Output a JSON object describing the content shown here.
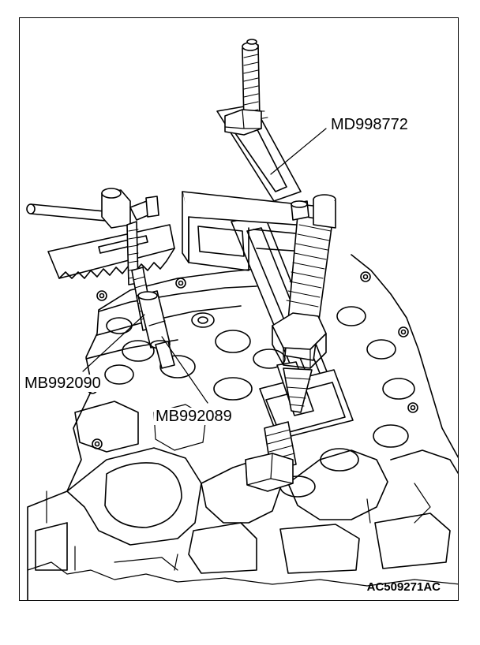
{
  "figure": {
    "callouts": [
      {
        "id": "md998772",
        "text": "MD998772"
      },
      {
        "id": "mb992090",
        "text": "MB992090"
      },
      {
        "id": "mb992089",
        "text": "MB992089"
      }
    ],
    "figure_code": "AC509271AC"
  },
  "colors": {
    "line": "#000000",
    "background": "#ffffff"
  }
}
